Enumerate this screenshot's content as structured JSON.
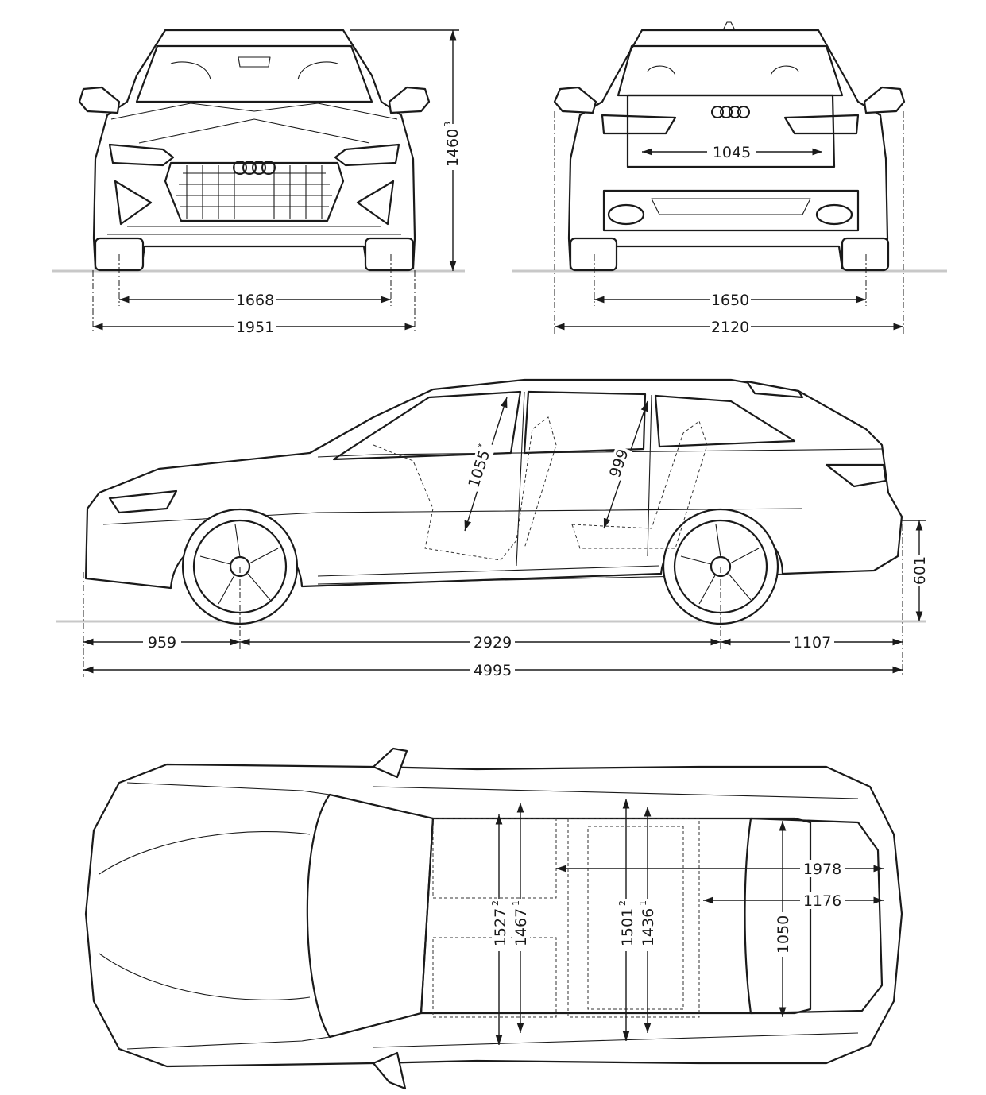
{
  "dimensions": {
    "front_view": {
      "height": {
        "value": "1460",
        "superscript": "3"
      },
      "front_track": "1668",
      "width": "1951"
    },
    "rear_view": {
      "loading_width": "1045",
      "rear_track": "1650",
      "width_incl_mirrors": "2120"
    },
    "side_view": {
      "front_headroom": {
        "value": "1055",
        "superscript": "*"
      },
      "rear_headroom": "999",
      "front_overhang": "959",
      "wheelbase": "2929",
      "rear_overhang": "1107",
      "length": "4995",
      "loading_sill_height": "601"
    },
    "top_view": {
      "front_shoulder_width": {
        "value": "1527",
        "superscript": "2"
      },
      "front_elbow_width": {
        "value": "1467",
        "superscript": "1"
      },
      "rear_shoulder_width": {
        "value": "1501",
        "superscript": "2"
      },
      "rear_elbow_width": {
        "value": "1436",
        "superscript": "1"
      },
      "cargo_length_rear_seats_down": "1978",
      "cargo_length": "1176",
      "cargo_width_between_arches": "1050"
    }
  },
  "colors": {
    "line": "#1a1a1a",
    "ground": "#c8c8c8",
    "background": "#ffffff"
  }
}
